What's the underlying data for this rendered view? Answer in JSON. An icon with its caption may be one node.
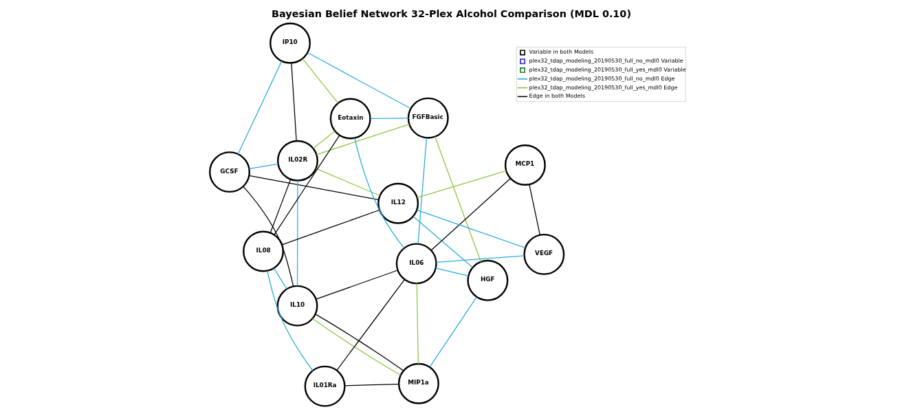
{
  "diagram": {
    "title": "Bayesian Belief Network 32-Plex Alcohol Comparison (MDL 0.10)",
    "nodes": [
      {
        "text": [
          "GCSF"
        ]
      },
      {
        "text": [
          "IL10"
        ]
      },
      {
        "text": [
          "MIP1a"
        ]
      },
      {
        "text": [
          "IP10"
        ]
      },
      {
        "text": [
          "IL02R"
        ]
      },
      {
        "text": [
          "IL08"
        ]
      },
      {
        "text": [
          "IL01Ra"
        ]
      },
      {
        "text": [
          "HGF"
        ]
      },
      {
        "text": [
          "Eotaxin"
        ]
      },
      {
        "text": [
          "FGFBasic"
        ]
      },
      {
        "text": [
          "IL06"
        ]
      },
      {
        "text": [
          "IL12"
        ]
      },
      {
        "text": [
          "VEGF"
        ]
      },
      {
        "text": [
          "MCP1"
        ]
      }
    ],
    "edges": [
      {
        "from": 2,
        "to": 1,
        "arrow": "none",
        "color": "#8cc63f"
      },
      {
        "from": 2,
        "to": 1,
        "arrow": "none",
        "color": "#000000"
      },
      {
        "from": 1,
        "to": 0,
        "arrow": "none",
        "color": "#000000"
      },
      {
        "from": 1,
        "to": 5,
        "arrow": "none"
      },
      {
        "from": 1,
        "to": 4,
        "arrow": "none"
      },
      {
        "from": 0,
        "to": 4,
        "arrow": "none"
      },
      {
        "from": 0,
        "to": 3,
        "arrow": "none"
      },
      {
        "from": 2,
        "to": 6,
        "arrow": "none",
        "color": "#000000"
      },
      {
        "from": 2,
        "to": 7,
        "arrow": "none"
      },
      {
        "from": 2,
        "to": 10,
        "arrow": "none",
        "color": "#8cc63f"
      },
      {
        "from": 1,
        "to": 10,
        "arrow": "none",
        "color": "#000000"
      },
      {
        "from": 0,
        "to": 11,
        "arrow": "none",
        "color": "#000000"
      },
      {
        "from": 5,
        "to": 4,
        "arrow": "none",
        "color": "#000000"
      },
      {
        "from": 4,
        "to": 3,
        "arrow": "none",
        "color": "#000000"
      },
      {
        "from": 6,
        "to": 5,
        "arrow": "none"
      },
      {
        "from": 5,
        "to": 8,
        "arrow": "none",
        "color": "#000000"
      },
      {
        "from": 5,
        "to": 11,
        "arrow": "none",
        "color": "#000000"
      },
      {
        "from": 4,
        "to": 11,
        "arrow": "none",
        "color": "#8cc63f"
      },
      {
        "from": 4,
        "to": 9,
        "arrow": "none",
        "color": "#8cc63f"
      },
      {
        "from": 4,
        "to": 8,
        "arrow": "none",
        "color": "#8cc63f"
      },
      {
        "from": 3,
        "to": 9,
        "arrow": "none"
      },
      {
        "from": 3,
        "to": 8,
        "arrow": "none",
        "color": "#8cc63f"
      },
      {
        "from": 6,
        "to": 10,
        "arrow": "none",
        "color": "#000000"
      },
      {
        "from": 7,
        "to": 9,
        "arrow": "none",
        "color": "#8cc63f"
      },
      {
        "from": 7,
        "to": 10,
        "arrow": "none"
      },
      {
        "from": 7,
        "to": 11,
        "arrow": "none"
      },
      {
        "from": 10,
        "to": 9,
        "arrow": "none"
      },
      {
        "from": 10,
        "to": 8,
        "arrow": "none"
      },
      {
        "from": 9,
        "to": 8,
        "arrow": "none"
      },
      {
        "from": 10,
        "to": 12,
        "arrow": "none"
      },
      {
        "from": 10,
        "to": 13,
        "arrow": "none",
        "color": "#000000"
      },
      {
        "from": 11,
        "to": 12,
        "arrow": "none"
      },
      {
        "from": 11,
        "to": 13,
        "arrow": "none",
        "color": "#8cc63f"
      },
      {
        "from": 12,
        "to": 13,
        "arrow": "none",
        "color": "#000000"
      }
    ],
    "legend": [
      {
        "text": "Variable in both Models"
      },
      {
        "text": "plex32_tdap_modeling_20190530_full_no_mdl0 Variable"
      },
      {
        "text": "plex32_tdap_modeling_20190530_full_yes_mdl0 Variable"
      },
      {
        "text": "plex32_tdap_modeling_20190530_full_no_mdl0 Edge"
      },
      {
        "text": "plex32_tdap_modeling_20190530_full_yes_mdl0 Edge"
      },
      {
        "text": "Edge in both Models"
      }
    ]
  }
}
